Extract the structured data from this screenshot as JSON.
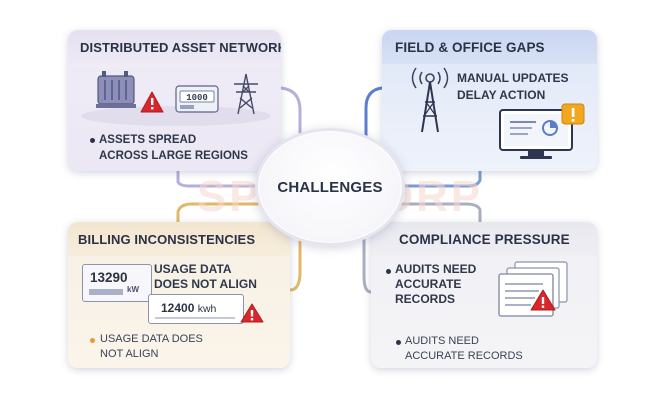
{
  "center": {
    "label": "CHALLENGES"
  },
  "watermark": {
    "text": "SPEC CORP"
  },
  "cards": {
    "top_left": {
      "title": "DISTRIBUTED ASSET NETWORKS",
      "point": "ASSETS SPREAD ACROSS LARGE REGIONS",
      "point_line1": "ASSETS SPREAD",
      "point_line2": "ACROSS LARGE REGIONS",
      "meter_digits": "1000",
      "icons": [
        "transformer-icon",
        "warning-icon",
        "meter-icon",
        "power-tower-icon"
      ]
    },
    "top_right": {
      "title": "FIELD & OFFICE GAPS",
      "point": "MANUAL UPDATES DELAY ACTION",
      "point_line1": "MANUAL UPDATES",
      "point_line2": "DELAY ACTION",
      "icons": [
        "radio-tower-icon",
        "monitor-icon",
        "warning-icon"
      ]
    },
    "bottom_left": {
      "title": "BILLING INCONSISTENCIES",
      "point": "USAGE DATA DOES NOT ALIGN",
      "point_line1": "USAGE DATA",
      "point_line2": "DOES NOT ALIGN",
      "reading_a": "13290",
      "reading_a_unit": "kW",
      "reading_b": "12400",
      "reading_b_unit": "kwh",
      "note_line1": "USAGE DATA DOES",
      "note_line2": "NOT ALIGN",
      "icons": [
        "bill-icon",
        "warning-icon"
      ]
    },
    "bottom_right": {
      "title": "COMPLIANCE PRESSURE",
      "point_line1": "AUDITS NEED",
      "point_line2": "ACCURATE",
      "point_line3": "RECORDS",
      "note_line1": "AUDITS NEED",
      "note_line2": "ACCURATE RECORDS",
      "icons": [
        "documents-icon",
        "warning-icon"
      ]
    }
  },
  "colors": {
    "connector_top_left": "#b6aedd",
    "connector_top_right": "#5a7fd0",
    "connector_bottom_left": "#e2b868",
    "connector_bottom_right": "#9aa0b2",
    "warning": "#d8262b",
    "bullet_dark": "#2b3446",
    "bullet_orange": "#e59a3a"
  }
}
